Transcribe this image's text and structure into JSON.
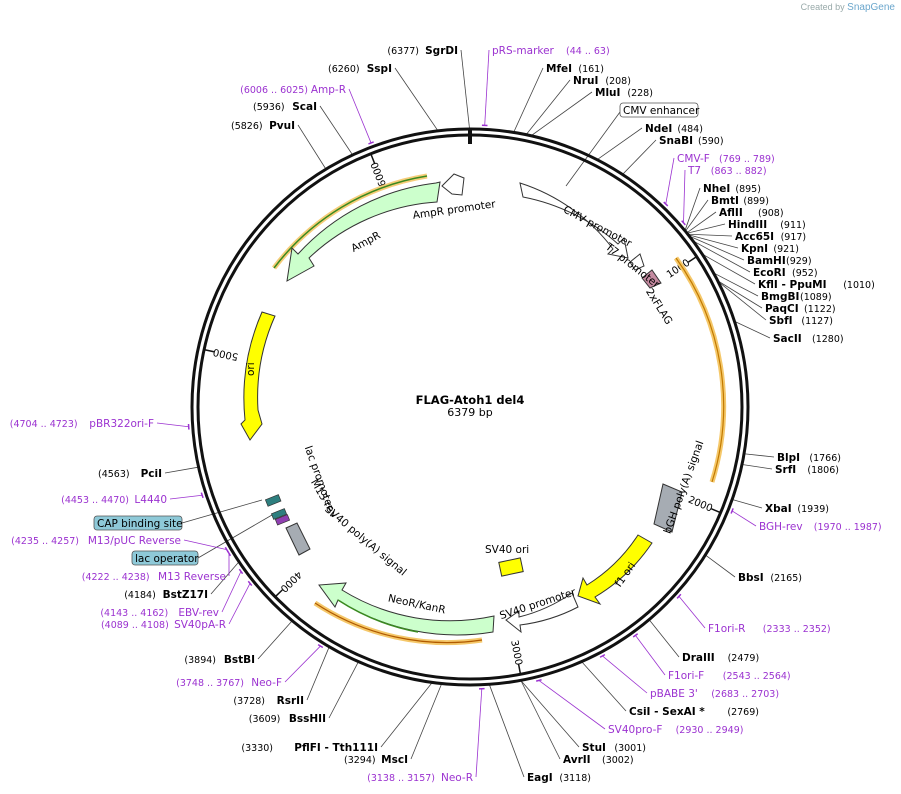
{
  "credit": {
    "prefix": "Created by",
    "brand": "SnapGene"
  },
  "plasmid": {
    "name": "FLAG-Atoh1 del4",
    "length": "6379 bp"
  },
  "ticks": [
    "1000",
    "2000",
    "3000",
    "4000",
    "5000",
    "6000"
  ],
  "enzymes": [
    {
      "name": "SgrDI",
      "pos": "(6377)"
    },
    {
      "name": "SspI",
      "pos": "(6260)"
    },
    {
      "name": "ScaI",
      "pos": "(5936)"
    },
    {
      "name": "PvuI",
      "pos": "(5826)"
    },
    {
      "name": "MfeI",
      "pos": "(161)"
    },
    {
      "name": "NruI",
      "pos": "(208)"
    },
    {
      "name": "MluI",
      "pos": "(228)"
    },
    {
      "name": "NdeI",
      "pos": "(484)"
    },
    {
      "name": "SnaBI",
      "pos": "(590)"
    },
    {
      "name": "NheI",
      "pos": "(895)"
    },
    {
      "name": "BmtI",
      "pos": "(899)"
    },
    {
      "name": "AflII",
      "pos": "(908)"
    },
    {
      "name": "HindIII",
      "pos": "(911)"
    },
    {
      "name": "Acc65I",
      "pos": "(917)"
    },
    {
      "name": "KpnI",
      "pos": "(921)"
    },
    {
      "name": "BamHI",
      "pos": "(929)"
    },
    {
      "name": "EcoRI",
      "pos": "(952)"
    },
    {
      "name": "KflI - PpuMI",
      "pos": "(1010)"
    },
    {
      "name": "BmgBI",
      "pos": "(1089)"
    },
    {
      "name": "PaqCI",
      "pos": "(1122)"
    },
    {
      "name": "SbfI",
      "pos": "(1127)"
    },
    {
      "name": "SacII",
      "pos": "(1280)"
    },
    {
      "name": "BlpI",
      "pos": "(1766)"
    },
    {
      "name": "SrfI",
      "pos": "(1806)"
    },
    {
      "name": "XbaI",
      "pos": "(1939)"
    },
    {
      "name": "BbsI",
      "pos": "(2165)"
    },
    {
      "name": "DraIII",
      "pos": "(2479)"
    },
    {
      "name": "CsiI - SexAI *",
      "pos": "(2769)"
    },
    {
      "name": "StuI",
      "pos": "(3001)"
    },
    {
      "name": "AvrII",
      "pos": "(3002)"
    },
    {
      "name": "EagI",
      "pos": "(3118)"
    },
    {
      "name": "MscI",
      "pos": "(3294)"
    },
    {
      "name": "PflFI - Tth111I",
      "pos": "(3330)"
    },
    {
      "name": "BssHII",
      "pos": "(3609)"
    },
    {
      "name": "RsrII",
      "pos": "(3728)"
    },
    {
      "name": "BstBI",
      "pos": "(3894)"
    },
    {
      "name": "BstZ17I",
      "pos": "(4184)"
    },
    {
      "name": "PciI",
      "pos": "(4563)"
    }
  ],
  "primers": [
    {
      "name": "pRS-marker",
      "range": "(44 .. 63)"
    },
    {
      "name": "Amp-R",
      "range": "(6006 .. 6025)"
    },
    {
      "name": "CMV-F",
      "range": "(769 .. 789)"
    },
    {
      "name": "T7",
      "range": "(863 .. 882)"
    },
    {
      "name": "BGH-rev",
      "range": "(1970 .. 1987)"
    },
    {
      "name": "F1ori-R",
      "range": "(2333 .. 2352)"
    },
    {
      "name": "F1ori-F",
      "range": "(2543 .. 2564)"
    },
    {
      "name": "pBABE 3'",
      "range": "(2683 .. 2703)"
    },
    {
      "name": "SV40pro-F",
      "range": "(2930 .. 2949)"
    },
    {
      "name": "Neo-R",
      "range": "(3138 .. 3157)"
    },
    {
      "name": "Neo-F",
      "range": "(3748 .. 3767)"
    },
    {
      "name": "EBV-rev",
      "range": "(4143 .. 4162)"
    },
    {
      "name": "SV40pA-R",
      "range": "(4089 .. 4108)"
    },
    {
      "name": "M13 Reverse",
      "range": "(4222 .. 4238)"
    },
    {
      "name": "M13/pUC Reverse",
      "range": "(4235 .. 4257)"
    },
    {
      "name": "L4440",
      "range": "(4453 .. 4470)"
    },
    {
      "name": "pBR322ori-F",
      "range": "(4704 .. 4723)"
    }
  ],
  "boxed_features": [
    "CMV enhancer",
    "CAP binding site",
    "lac operator"
  ],
  "features": [
    "CMV promoter",
    "T7 promoter",
    "2xFLAG",
    "bGH poly(A) signal",
    "f1 ori",
    "SV40 ori",
    "SV40 promoter",
    "NeoR/KanR",
    "SV40 poly(A) signal",
    "M13 rev",
    "lac promoter",
    "ori",
    "AmpR",
    "AmpR promoter"
  ],
  "colors": {
    "primer": "#9b32d0",
    "ampr": "#ccffcc",
    "ori": "#ffff00",
    "f1": "#ffff00",
    "polyA": "#a6acb3",
    "flag": "#c48aa0",
    "boxed": "#8ec9d8",
    "promoter": "#ffffff",
    "highlight_orange": "#f5c86a",
    "highlight_green": "#6dc740"
  }
}
